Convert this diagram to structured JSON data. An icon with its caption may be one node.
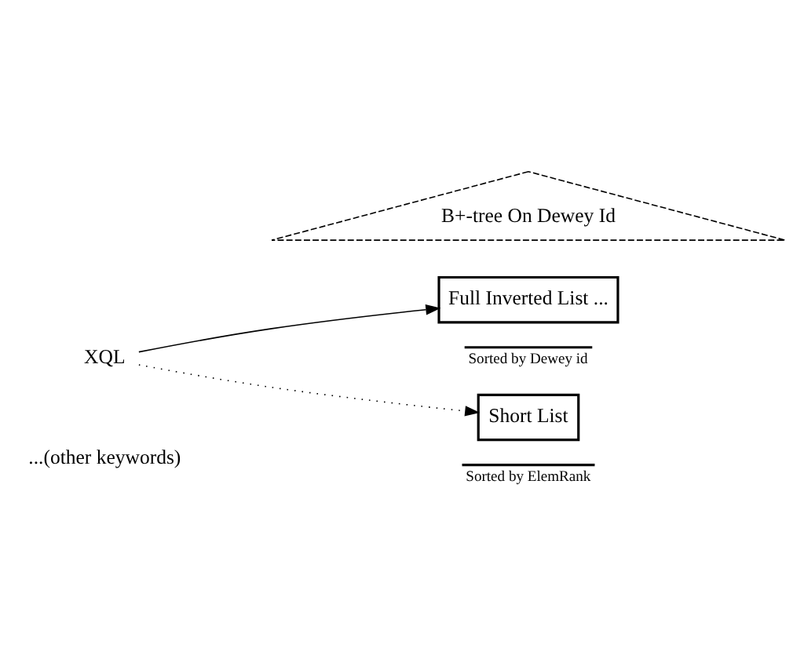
{
  "diagram": {
    "nodes": [
      {
        "text": [
          "XQL"
        ]
      },
      {
        "text": [
          "B+-tree On Dewey Id"
        ]
      },
      {
        "text": [
          "Full Inverted List ..."
        ],
        "beside": [
          "Sorted by Dewey id"
        ]
      },
      {
        "text": [
          "Short List"
        ],
        "beside": [
          "Sorted by ElemRank"
        ]
      }
    ],
    "edges": [
      {
        "from": 0,
        "to": 2,
        "arrow": "to"
      },
      {
        "from": 0,
        "to": 3,
        "arrow": "to",
        "style": "dashed"
      }
    ],
    "labels": [
      "...(other keywords)"
    ]
  }
}
